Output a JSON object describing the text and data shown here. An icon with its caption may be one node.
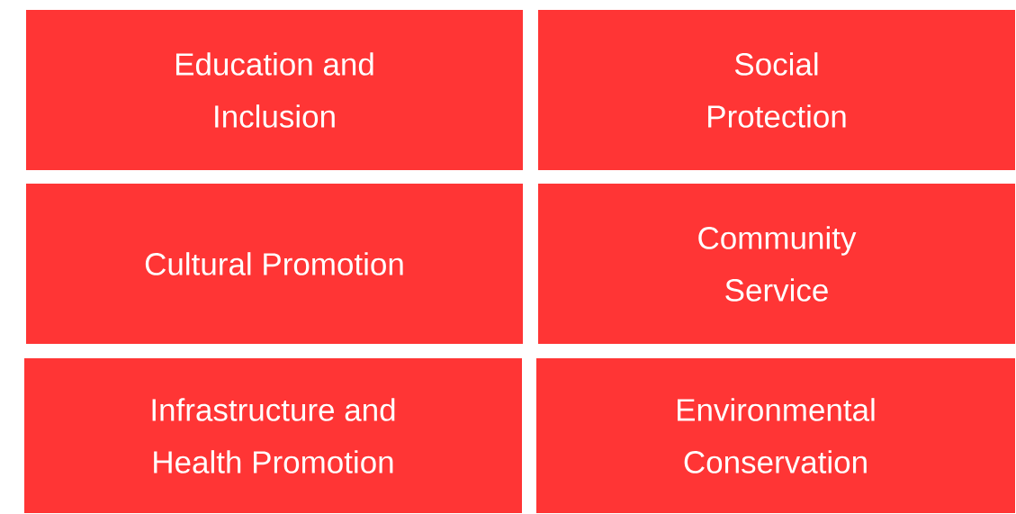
{
  "diagram": {
    "nodes": [
      {
        "text": [
          "Education and Inclusion"
        ]
      },
      {
        "text": [
          "Social Protection"
        ]
      },
      {
        "text": [
          "Cultural Promotion"
        ]
      },
      {
        "text": [
          "Community Service"
        ]
      },
      {
        "text": [
          "Infrastructure and Health Promotion"
        ]
      },
      {
        "text": [
          "Environmental Conservation"
        ]
      }
    ]
  }
}
